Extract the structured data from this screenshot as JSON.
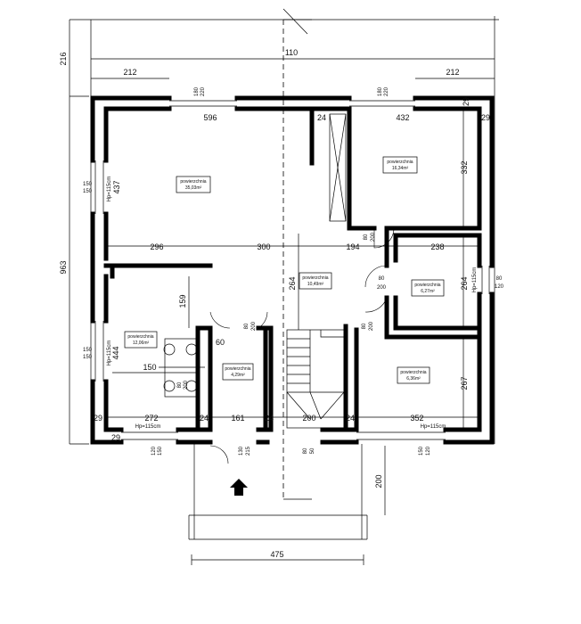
{
  "dimensions": {
    "total_height": "963",
    "top_margin": "216",
    "center_span": "110",
    "left_top_span": "212",
    "right_top_span": "212",
    "living_width": "596",
    "room_nw_width": "432",
    "wall_24_a": "24",
    "wall_29_tr": "29",
    "wall_29_tr2": "29",
    "room_ne_height": "332",
    "left_height_437": "437",
    "living_lower_296": "296",
    "living_lower_300": "300",
    "corridor_194": "194",
    "room_e_width_238": "238",
    "door_80_a": "80",
    "door_200_a": "200",
    "hall_264": "264",
    "room_e_264": "264",
    "door_80_b": "80",
    "door_200_b": "200",
    "door_80_c": "80",
    "door_200_c": "200",
    "right_80": "80",
    "right_120": "120",
    "kitchen_159": "159",
    "left_444": "444",
    "small_60": "60",
    "wc_door_80": "80",
    "wc_door_200": "200",
    "kitchen_150": "150",
    "stairs_door_80": "80",
    "stairs_door_200": "200",
    "room_se_267": "267",
    "bottom_29_left": "29",
    "bottom_272": "272",
    "bottom_24_a": "24",
    "bottom_161": "161",
    "bottom_24_b": "24",
    "bottom_200": "200",
    "bottom_24_c": "24",
    "bottom_352": "352",
    "bottom_29_b": "29",
    "window_180_a": "180",
    "window_220_a": "220",
    "window_180_b": "180",
    "window_220_b": "220",
    "window_150_l1": "150",
    "window_150_l2": "150",
    "window_150_l3": "150",
    "window_150_l4": "150",
    "entry_120": "120",
    "entry_150": "150",
    "entry_130": "130",
    "entry_215": "215",
    "bottom_80": "80",
    "bottom_50": "50",
    "bottom_150": "150",
    "bottom_120": "120",
    "terrace_200": "200",
    "terrace_475": "475"
  },
  "window_notes": {
    "left_upper": "Hp=115cm",
    "left_lower": "Hp=115cm",
    "right_mid": "Hp=115cm",
    "bottom_left": "Hp=115cm",
    "bottom_right": "Hp=115cm"
  },
  "rooms": {
    "living": {
      "label": "powierzchnia",
      "area": "35,03m²"
    },
    "room_ne": {
      "label": "powierzchnia",
      "area": "16,34m²"
    },
    "hall": {
      "label": "powierzchnia",
      "area": "10,49m²"
    },
    "room_e": {
      "label": "powierzchnia",
      "area": "6,27m²"
    },
    "kitchen": {
      "label": "powierzchnia",
      "area": "12,06m²"
    },
    "wc": {
      "label": "powierzchnia",
      "area": "4,29m²"
    },
    "room_se": {
      "label": "powierzchnia",
      "area": "6,36m²"
    }
  }
}
